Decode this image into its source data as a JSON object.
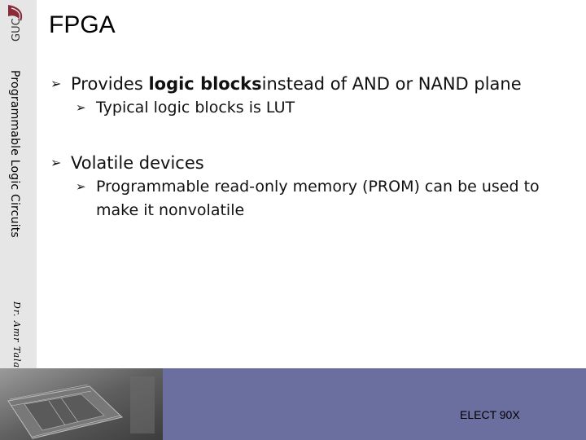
{
  "slide": {
    "title": "FPGA",
    "logo_text": "GUC",
    "side_title": "Programmable Logic Circuits",
    "side_author": "Dr. Amr Talaat",
    "footer": "ELECT 90X"
  },
  "bullets": [
    {
      "pre": "Provides ",
      "bold": "logic blocks",
      "post": "instead of AND or NAND plane",
      "sub": [
        "Typical logic blocks is LUT"
      ]
    },
    {
      "text": "Volatile devices",
      "sub": [
        "Programmable read-only memory (PROM) can be used to make it nonvolatile"
      ]
    }
  ],
  "bullet_icon": "arrow-bullet-icon",
  "colors": {
    "sidebar": "#e6e6e6",
    "footer": "#6b6fa0"
  }
}
